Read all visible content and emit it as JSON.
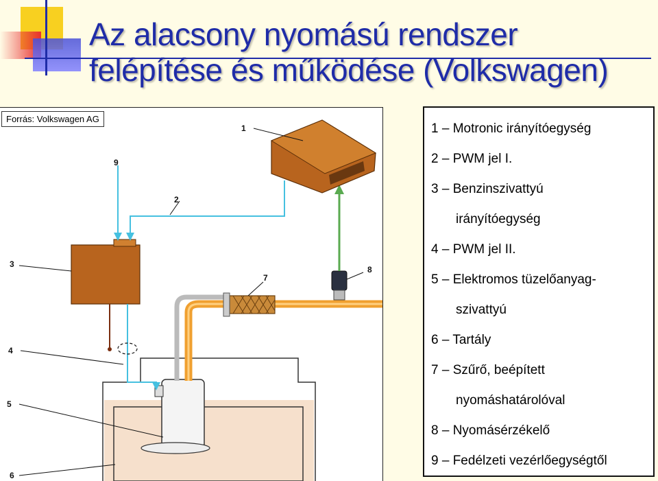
{
  "title": {
    "line1": "Az alacsony nyomású rendszer",
    "line2": "felépítése és működése (Volkswagen)"
  },
  "source_label": "Forrás: Volkswagen AG",
  "legend": [
    {
      "num": "1",
      "text": "Motronic irányítóegység"
    },
    {
      "num": "2",
      "text": "PWM jel I."
    },
    {
      "num": "3",
      "text": "Benzinszivattyú",
      "cont": "irányítóegység"
    },
    {
      "num": "4",
      "text": "PWM jel II."
    },
    {
      "num": "5",
      "text": "Elektromos tüzelőanyag-",
      "cont": "szivattyú"
    },
    {
      "num": "6",
      "text": "Tartály"
    },
    {
      "num": "7",
      "text": "Szűrő, beépített",
      "cont": "nyomáshatárolóval"
    },
    {
      "num": "8",
      "text": "Nyomásérzékelő"
    },
    {
      "num": "9",
      "text": "Fedélzeti vezérlőegységtől"
    }
  ],
  "diagram_callouts": [
    "1",
    "2",
    "3",
    "4",
    "5",
    "6",
    "7",
    "8",
    "9"
  ],
  "colors": {
    "title": "#1f2ca8",
    "ecu": "#b8641e",
    "fuel_line": "#f0a030",
    "signal_line": "#45c0e0",
    "sensor_line": "#5aaa50",
    "tank_fuel": "#f6e0cc"
  }
}
